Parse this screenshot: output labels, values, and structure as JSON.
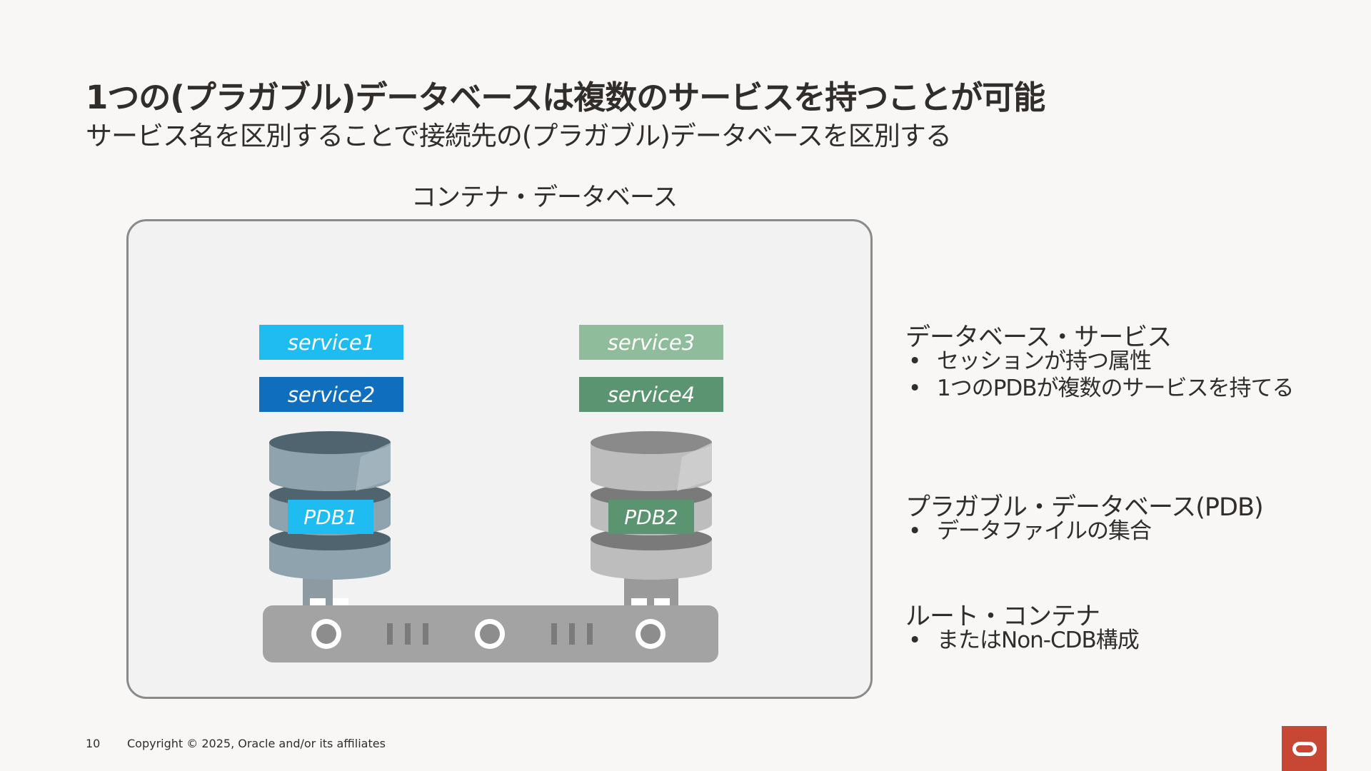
{
  "slide": {
    "title": "1つの(プラガブル)データベースは複数のサービスを持つことが可能",
    "subtitle": "サービス名を区別することで接続先の(プラガブル)データベースを区別する"
  },
  "diagram": {
    "container_label": "コンテナ・データベース",
    "services": {
      "s1": "service1",
      "s2": "service2",
      "s3": "service3",
      "s4": "service4"
    },
    "pdbs": {
      "p1": "PDB1",
      "p2": "PDB2"
    },
    "colors": {
      "service1": "#1fbcf2",
      "service2": "#0f6fbe",
      "service3": "#8fbc9a",
      "service4": "#5a9470",
      "pdb1": "#1fbcf2",
      "pdb2": "#5a9470"
    }
  },
  "legend": {
    "db_service": {
      "heading": "データベース・サービス",
      "items": [
        "セッションが持つ属性",
        "1つのPDBが複数のサービスを持てる"
      ]
    },
    "pdb": {
      "heading": "プラガブル・データベース(PDB)",
      "items": [
        "データファイルの集合"
      ]
    },
    "root": {
      "heading": "ルート・コンテナ",
      "items": [
        "またはNon-CDB構成"
      ]
    }
  },
  "footer": {
    "page_number": "10",
    "copyright": "Copyright © 2025, Oracle and/or its affiliates"
  }
}
